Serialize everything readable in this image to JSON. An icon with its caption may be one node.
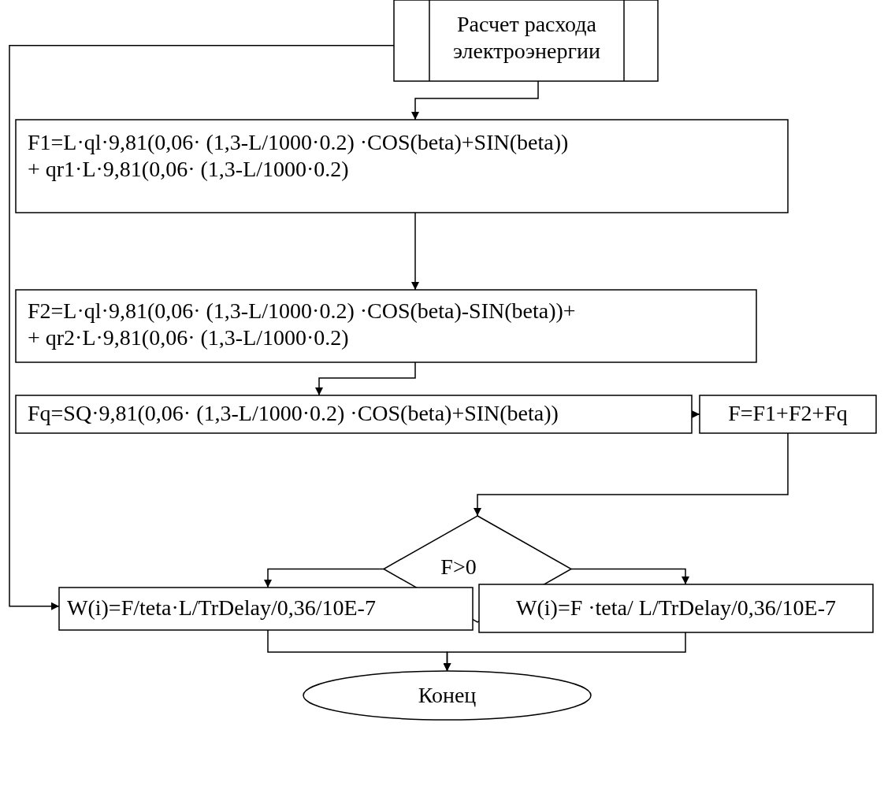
{
  "diagram": {
    "nodes": [
      {
        "text": [
          "Расчет расхода электроэнергии"
        ]
      },
      {
        "text": [
          "F1=L·ql·9,81(0,06· (1,3-L/1000·0.2) ·COS(beta)+SIN(beta)) + qr1·L·9,81(0,06· (1,3-L/1000·0.2)"
        ]
      },
      {
        "text": [
          "F2=L·ql·9,81(0,06· (1,3-L/1000·0.2) ·COS(beta)-SIN(beta))+ + qr2·L·9,81(0,06· (1,3-L/1000·0.2)"
        ]
      },
      {
        "text": [
          "Fq=SQ·9,81(0,06· (1,3-L/1000·0.2) ·COS(beta)+SIN(beta))"
        ]
      },
      {
        "text": [
          "F=F1+F2+Fq"
        ]
      },
      {
        "text": [
          "F>0"
        ]
      },
      {
        "text": [
          "W(i)=F/teta·L/TrDelay/0,36/10E-7"
        ]
      },
      {
        "text": [
          "W(i)=F ·teta/ L/TrDelay/0,36/10E-7"
        ]
      },
      {
        "text": [
          "Конец"
        ]
      }
    ],
    "edges": [
      {
        "from": 0,
        "to": 1,
        "arrow": "to"
      },
      {
        "from": 0,
        "to": 6,
        "arrow": "to"
      },
      {
        "from": 1,
        "to": 2,
        "arrow": "to"
      },
      {
        "from": 2,
        "to": 3,
        "arrow": "to"
      },
      {
        "from": 3,
        "to": 4,
        "arrow": "to"
      },
      {
        "from": 4,
        "to": 5,
        "arrow": "to"
      },
      {
        "from": 5,
        "to": 6,
        "arrow": "to"
      },
      {
        "from": 5,
        "to": 7,
        "arrow": "to"
      },
      {
        "from": 6,
        "to": 8,
        "arrow": "to"
      },
      {
        "from": 7,
        "to": 8,
        "arrow": "to"
      }
    ]
  }
}
